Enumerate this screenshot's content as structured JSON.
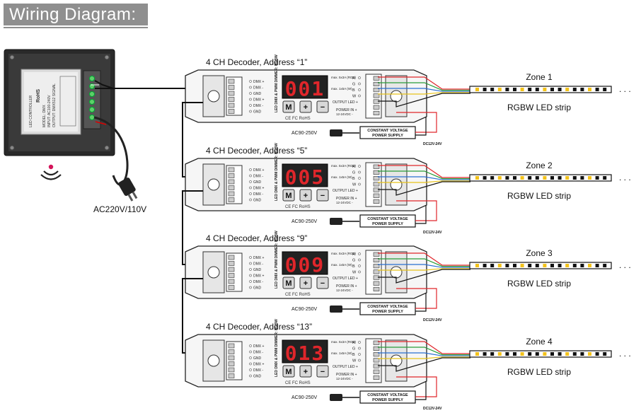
{
  "title": "Wiring Diagram:",
  "controller": {
    "label_line1": "LED CONTROLLER",
    "label_line2": "RoHS",
    "label_line3": "MODEL: DMX",
    "label_line4": "INPUT: AC100-240V",
    "label_line5": "OUTPUT: DMX512 SIGNAL",
    "power_label": "AC220V/110V"
  },
  "decoders": [
    {
      "title": "4 CH Decoder, Address “1”",
      "display": "001",
      "zone": "Zone 1",
      "strip": "RGBW LED strip",
      "ac": "AC90-250V",
      "dc": "DC12V-24V"
    },
    {
      "title": "4 CH Decoder, Address “5”",
      "display": "005",
      "zone": "Zone 2",
      "strip": "RGBW LED strip",
      "ac": "AC90-250V",
      "dc": "DC12V-24V"
    },
    {
      "title": "4 CH Decoder, Address “9”",
      "display": "009",
      "zone": "Zone 3",
      "strip": "RGBW LED strip",
      "ac": "AC90-250V",
      "dc": "DC12V-24V"
    },
    {
      "title": "4 CH Decoder, Address “13”",
      "display": "013",
      "zone": "Zone 4",
      "strip": "RGBW LED strip",
      "ac": "AC90-250V",
      "dc": "DC12V-24V"
    }
  ],
  "decoder_labels": {
    "dmx_plus": "DMX +",
    "dmx_minus": "DMX -",
    "gnd": "GND",
    "device_name": "LED DMX & PWM DIMMER: RGBW",
    "buttons": [
      "M",
      "+",
      "−"
    ],
    "certs": "CE FC RoHS",
    "outputs": [
      "R",
      "G",
      "B",
      "W"
    ],
    "max_rgb": "max. 5x3A (RGB)",
    "max_w": "max. 1x5A (W)",
    "output_led": "OUTPUT LED +",
    "power_in": "POWER IN +",
    "power_in_v": "12-24VDC -",
    "psu_line1": "CONSTANT VOLTAGE",
    "psu_line2": "POWER SUPPLY"
  },
  "strip_ellipsis": ". . .",
  "colors": {
    "wire_red": "#e0262b",
    "wire_green": "#2a9d3a",
    "wire_blue": "#2b6fd1",
    "wire_yellow": "#e8c21a",
    "display_red": "#e0262b",
    "header_bg": "#8f8f8f"
  }
}
